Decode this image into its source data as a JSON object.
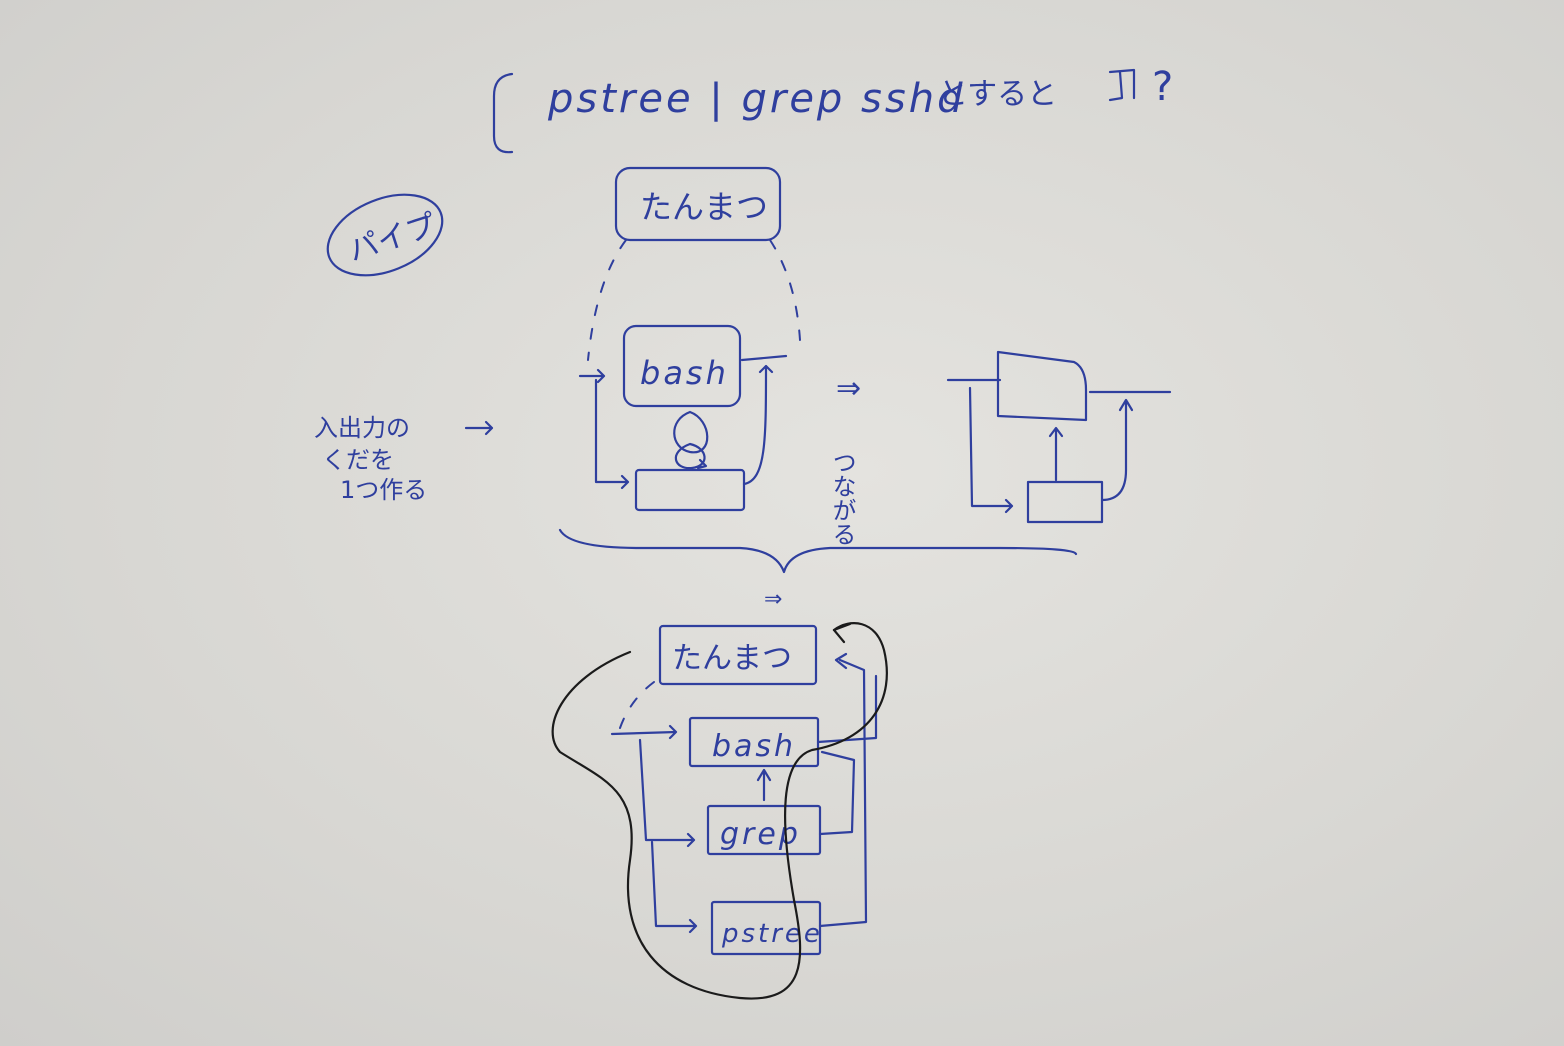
{
  "title": {
    "command": "pstree | grep sshd",
    "suffix": "とすると",
    "question": "?"
  },
  "bubble": "パイプ",
  "left_note": [
    "入出力の",
    "くだを",
    "1つ作る"
  ],
  "top_diagram": {
    "terminal": "たんまつ",
    "shell": "bash"
  },
  "connect_note": "つながる",
  "implies": "⇒",
  "bottom_diagram": {
    "terminal": "たんまつ",
    "processes": [
      "bash",
      "grep",
      "pstree"
    ]
  }
}
